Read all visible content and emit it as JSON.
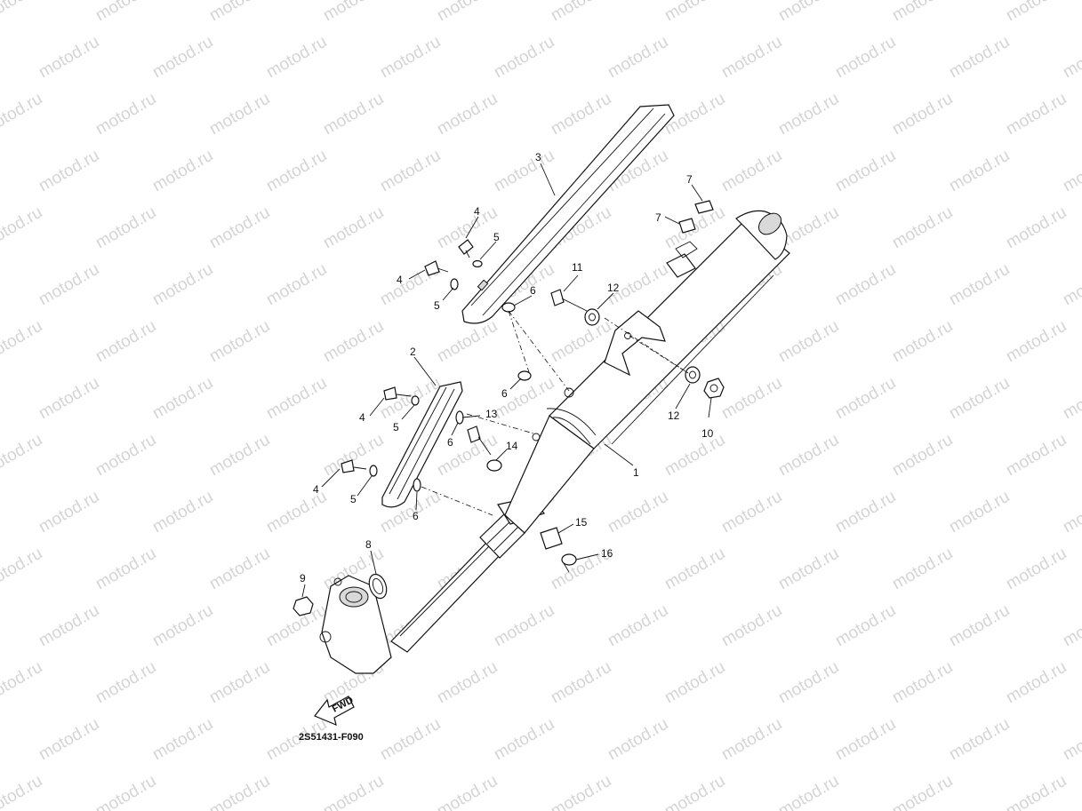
{
  "watermark": {
    "text": "motod.ru",
    "color": "#d4d4d4"
  },
  "diagram_code": "2S51431-F090",
  "fwd_label": "FWD",
  "callouts": [
    {
      "id": "c1",
      "label": "1"
    },
    {
      "id": "c2",
      "label": "2"
    },
    {
      "id": "c3",
      "label": "3"
    },
    {
      "id": "c4a",
      "label": "4"
    },
    {
      "id": "c4b",
      "label": "4"
    },
    {
      "id": "c4c",
      "label": "4"
    },
    {
      "id": "c4d",
      "label": "4"
    },
    {
      "id": "c5a",
      "label": "5"
    },
    {
      "id": "c5b",
      "label": "5"
    },
    {
      "id": "c5c",
      "label": "5"
    },
    {
      "id": "c5d",
      "label": "5"
    },
    {
      "id": "c6a",
      "label": "6"
    },
    {
      "id": "c6b",
      "label": "6"
    },
    {
      "id": "c6c",
      "label": "6"
    },
    {
      "id": "c6d",
      "label": "6"
    },
    {
      "id": "c7a",
      "label": "7"
    },
    {
      "id": "c7b",
      "label": "7"
    },
    {
      "id": "c8",
      "label": "8"
    },
    {
      "id": "c9",
      "label": "9"
    },
    {
      "id": "c10",
      "label": "10"
    },
    {
      "id": "c11",
      "label": "11"
    },
    {
      "id": "c12a",
      "label": "12"
    },
    {
      "id": "c12b",
      "label": "12"
    },
    {
      "id": "c13",
      "label": "13"
    },
    {
      "id": "c14",
      "label": "14"
    },
    {
      "id": "c15",
      "label": "15"
    },
    {
      "id": "c16",
      "label": "16"
    }
  ]
}
